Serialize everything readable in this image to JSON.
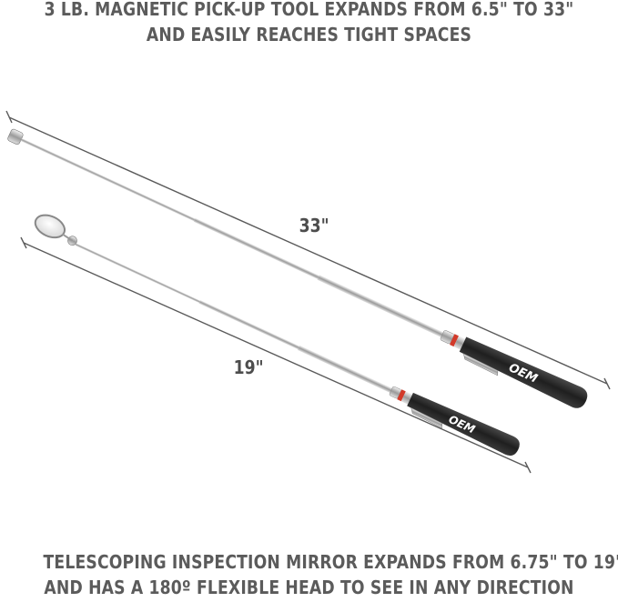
{
  "headline_top": {
    "line1": "3 LB. MAGNETIC PICK-UP TOOL EXPANDS FROM 6.5\" TO 33\"",
    "line2": "AND EASILY REACHES TIGHT SPACES"
  },
  "headline_bottom": {
    "line1": "TELESCOPING INSPECTION MIRROR EXPANDS FROM 6.75\" TO 19\"",
    "line2": "AND HAS A 180º FLEXIBLE HEAD TO SEE IN ANY DIRECTION"
  },
  "dimensions": {
    "long_tool": "33\"",
    "short_tool": "19\""
  },
  "brand": {
    "logo_text": "OEM"
  },
  "colors": {
    "text_gray": "#5b5b5b",
    "handle_black": "#2b2b2b",
    "accent_red": "#d23a2a",
    "chrome": "#c8c8c8"
  }
}
